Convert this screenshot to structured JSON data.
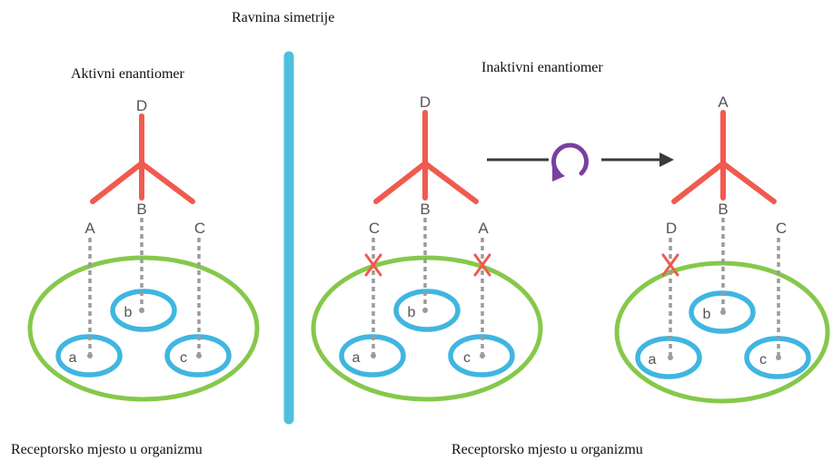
{
  "header": {
    "mirror_plane_label": "Ravnina simetrije"
  },
  "left": {
    "title": "Aktivni enantiomer",
    "molecule": {
      "top": "D",
      "left": "A",
      "center": "B",
      "right": "C"
    },
    "sites": {
      "top": "b",
      "left": "a",
      "right": "c"
    },
    "caption": "Receptorsko mjesto u organizmu"
  },
  "middle": {
    "title": "Inaktivni enantiomer",
    "molecule": {
      "top": "D",
      "left": "C",
      "center": "B",
      "right": "A"
    },
    "sites": {
      "top": "b",
      "left": "a",
      "right": "c"
    },
    "caption": "Receptorsko mjesto u organizmu"
  },
  "right": {
    "molecule": {
      "top": "A",
      "left": "D",
      "center": "B",
      "right": "C"
    },
    "sites": {
      "top": "b",
      "left": "a",
      "right": "c"
    }
  },
  "colors": {
    "bond": "#f05a4f",
    "receptor": "#86c84b",
    "site": "#3fb6e0",
    "mirror": "#4fc0dc",
    "rotation": "#7a3fa0"
  }
}
